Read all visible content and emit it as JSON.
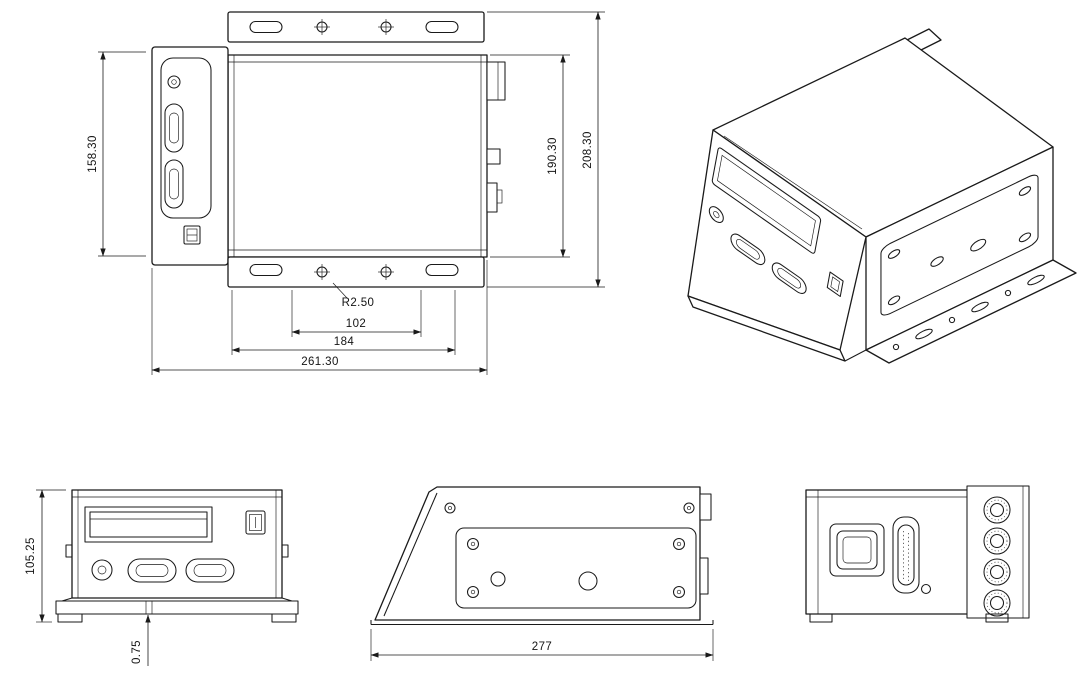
{
  "drawing": {
    "background": "#ffffff",
    "line_color": "#1a1a1a",
    "dimensions": {
      "top_view": {
        "panel_depth": "158.30",
        "body_depth": "190.30",
        "overall_depth": "208.30",
        "slot_radius": "R2.50",
        "hole_spacing": "102",
        "slot_spacing": "184",
        "overall_width": "261.30"
      },
      "front_view": {
        "overall_height": "105.25",
        "flange_thickness": "0.75"
      },
      "side_view": {
        "overall_length": "277"
      }
    }
  }
}
